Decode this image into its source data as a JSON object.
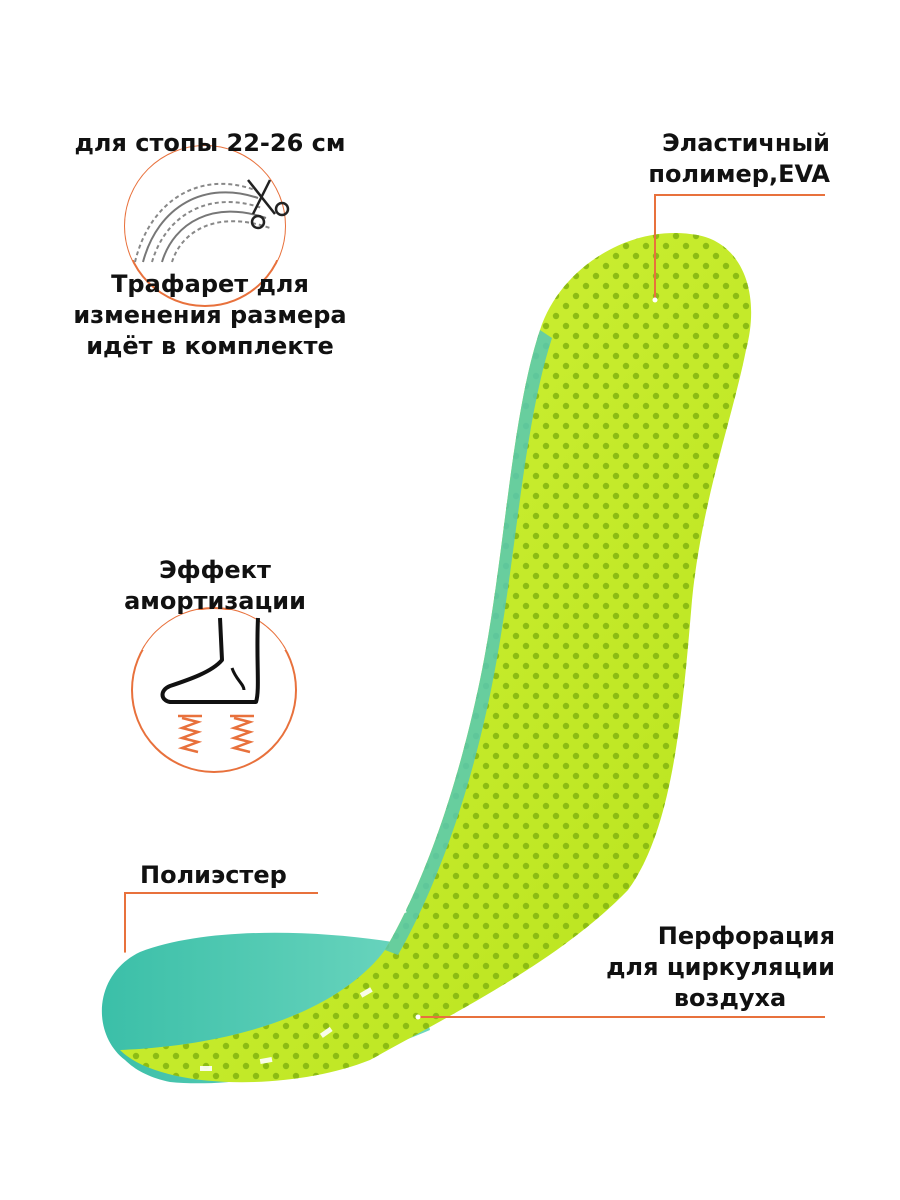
{
  "callouts": {
    "foot_size": "для стопы 22-26 см",
    "stencil": [
      "Трафарет для",
      "изменения размера",
      "идёт в комплекте"
    ],
    "material": [
      "Эластичный",
      "полимер,EVA"
    ],
    "cushioning": [
      "Эффект",
      "амортизации"
    ],
    "fabric": "Полиэстер",
    "perforation": [
      "Перфорация",
      "для циркуляции",
      "воздуха"
    ]
  },
  "colors": {
    "accent": "#e8713c",
    "insole_green": "#c6ee2a",
    "fabric_teal": "#48c4ad"
  },
  "icons": [
    "stencil-scissors-icon",
    "foot-spring-icon"
  ]
}
